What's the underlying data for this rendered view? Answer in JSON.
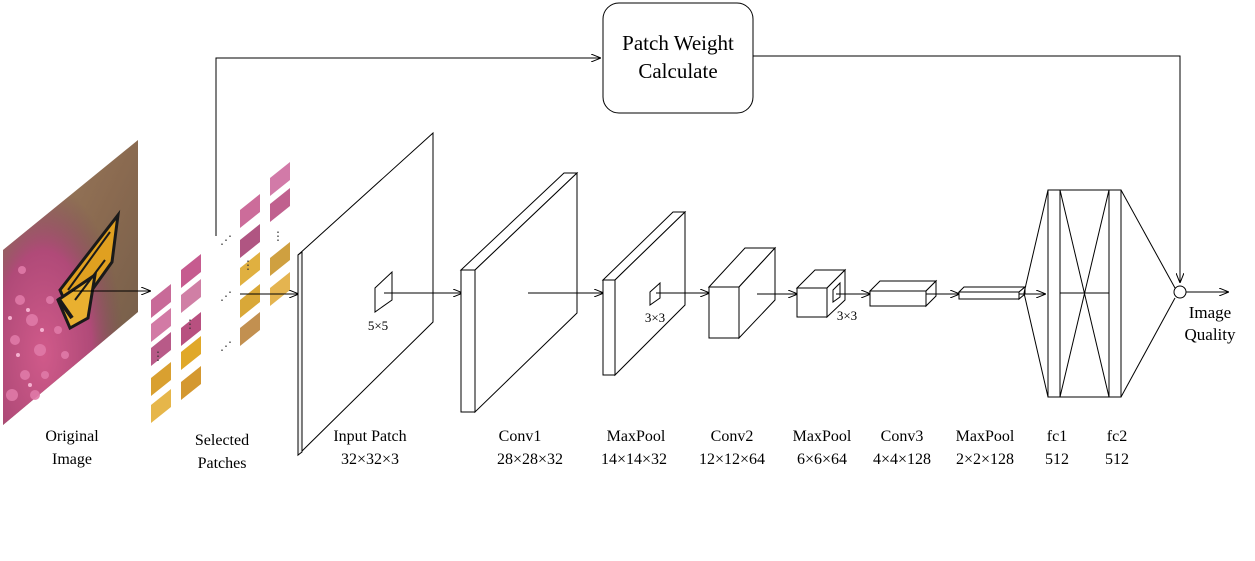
{
  "weight_box": {
    "line1": "Patch Weight",
    "line2": "Calculate"
  },
  "original": {
    "line1": "Original",
    "line2": "Image"
  },
  "selected": {
    "line1": "Selected",
    "line2": "Patches"
  },
  "layers": [
    {
      "name": "Input Patch",
      "dims": "32×32×3"
    },
    {
      "name": "Conv1",
      "dims": "28×28×32"
    },
    {
      "name": "MaxPool",
      "dims": "14×14×32"
    },
    {
      "name": "Conv2",
      "dims": "12×12×64"
    },
    {
      "name": "MaxPool",
      "dims": "6×6×64"
    },
    {
      "name": "Conv3",
      "dims": "4×4×128"
    },
    {
      "name": "MaxPool",
      "dims": "2×2×128"
    },
    {
      "name": "fc1",
      "dims": "512"
    },
    {
      "name": "fc2",
      "dims": "512"
    }
  ],
  "kernels": {
    "k1": "5×5",
    "k2": "3×3",
    "k3": "3×3"
  },
  "output": {
    "line1": "Image",
    "line2": "Quality"
  }
}
